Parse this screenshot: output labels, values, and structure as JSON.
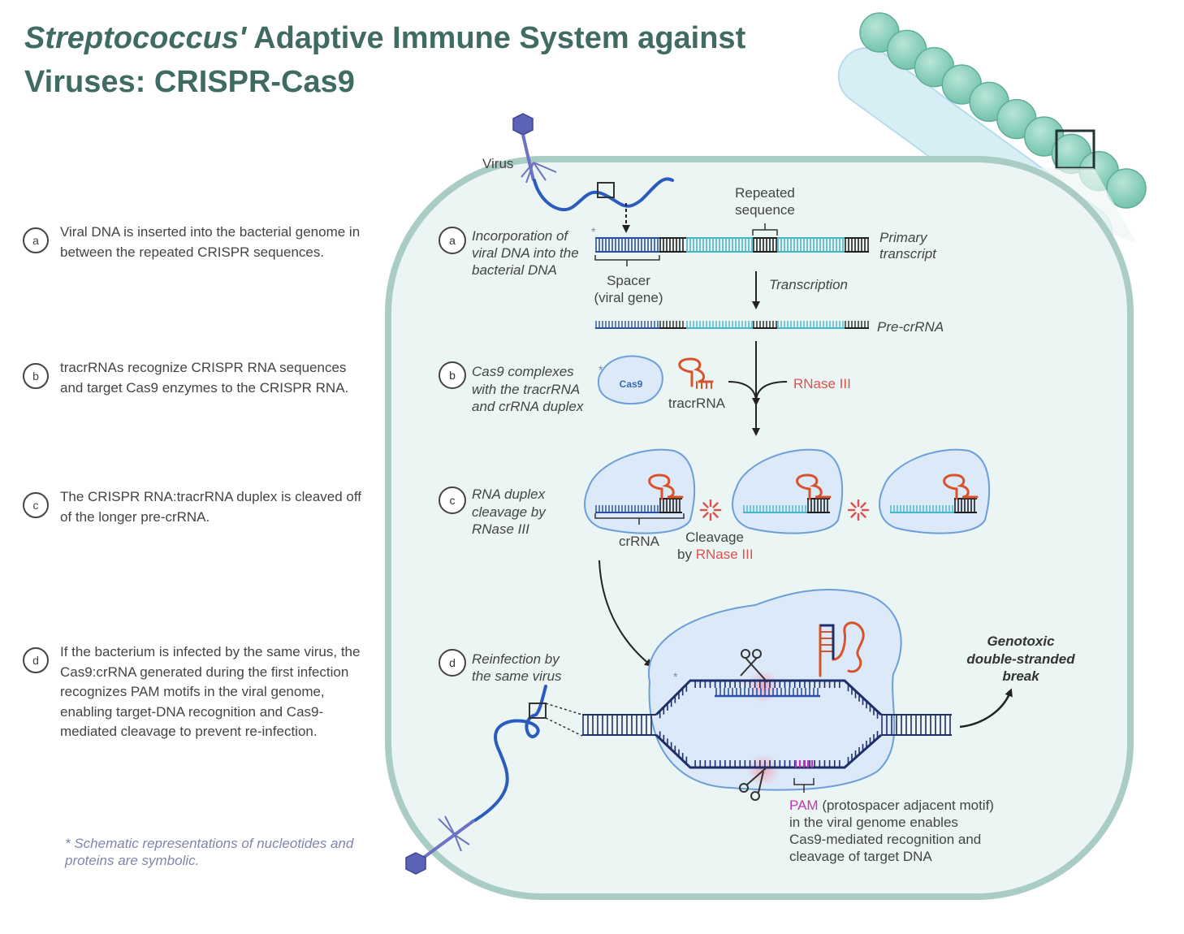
{
  "title": {
    "italic": "Streptococcus'",
    "rest": " Adaptive Immune System against Viruses: CRISPR-Cas9"
  },
  "steps": [
    {
      "id": "a",
      "text": "Viral DNA is inserted into the bacterial genome in between the repeated CRISPR sequences."
    },
    {
      "id": "b",
      "text": "tracrRNAs recognize CRISPR RNA sequences and target Cas9 enzymes to the CRISPR RNA."
    },
    {
      "id": "c",
      "text": "The CRISPR RNA:tracrRNA duplex is cleaved off of the longer pre-crRNA."
    },
    {
      "id": "d",
      "text": "If the bacterium is infected by the same virus, the Cas9:crRNA generated during the first infection recognizes PAM motifs in the viral genome, enabling target-DNA recognition and Cas9-mediated cleavage to prevent re-infection."
    }
  ],
  "footnote": "* Schematic representations of nucleotides and proteins are symbolic.",
  "diagram": {
    "virus": "Virus",
    "repeated": [
      "Repeated",
      "sequence"
    ],
    "stage_a": [
      "Incorporation of",
      "viral DNA into the",
      "bacterial DNA"
    ],
    "primary": [
      "Primary",
      "transcript"
    ],
    "spacer": [
      "Spacer",
      "(viral gene)"
    ],
    "transcription": "Transcription",
    "precrrna": "Pre-crRNA",
    "stage_b": [
      "Cas9 complexes",
      "with the tracrRNA",
      "and crRNA duplex"
    ],
    "cas9": "Cas9",
    "tracrrna": "tracrRNA",
    "rnase": "RNase III",
    "stage_c": [
      "RNA duplex",
      "cleavage by",
      "RNase III"
    ],
    "crrna": "crRNA",
    "cleavage": "Cleavage",
    "by": "by",
    "stage_d": [
      "Reinfection by",
      "the same virus"
    ],
    "genotoxic": [
      "Genotoxic",
      "double-stranded",
      "break"
    ],
    "pam": "PAM",
    "pam_rest": "(protospacer adjacent motif)",
    "pam_lines": [
      "in the viral genome enables",
      "Cas9-mediated recognition and",
      "cleavage of target DNA"
    ]
  },
  "colors": {
    "title": "#3f6b63",
    "cell_fill": "#ebf5f3",
    "cell_border": "#a9ccc5",
    "dna_blue": "#2a4fa6",
    "dna_cyan": "#45b6c9",
    "rna_orange": "#d9522a",
    "rnase_red": "#d9534f",
    "pam_magenta": "#c436b5"
  }
}
